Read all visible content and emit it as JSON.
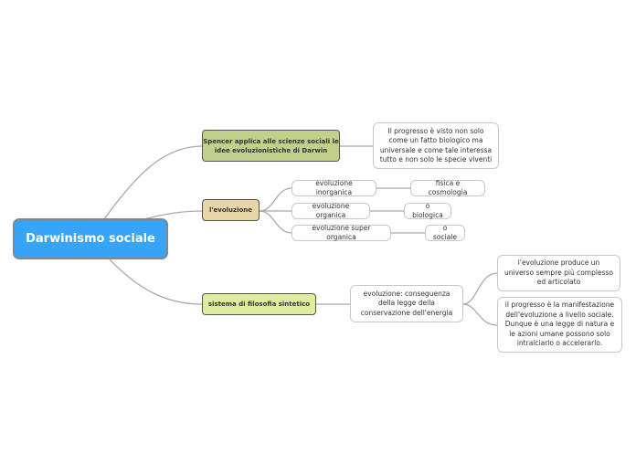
{
  "root": {
    "label": "Darwinismo sociale",
    "color": "#38a4f7"
  },
  "branches": {
    "spencer": {
      "label": "Spencer applica alle scienze sociali le idee evoluzionistiche di Darwin",
      "color": "#c3d08b",
      "note": "Il progresso è visto non solo come un fatto biologico ma universale e come tale interessa tutto e non solo le specie viventi"
    },
    "evoluzione": {
      "label": "l'evoluzione",
      "color": "#e9d6a6",
      "children": [
        {
          "label": "evoluzione inorganica",
          "detail": "fisica e cosmologia"
        },
        {
          "label": "evoluzione organica",
          "detail": "o biologica"
        },
        {
          "label": "evoluzione super organica",
          "detail": "o sociale"
        }
      ]
    },
    "sistema": {
      "label": "sistema di filosofia sintetico",
      "color": "#dcee9d",
      "child": "evoluzione: conseguenza della legge della conservazione dell'energia",
      "details": [
        "l'evoluzione produce  un universo sempre più complesso ed articolato",
        "il progresso è la manifestazione dell'evoluzione a livello sociale. Dunque è una legge di natura e le azioni umane possono solo intralciarlo o accelerarlo."
      ]
    }
  }
}
